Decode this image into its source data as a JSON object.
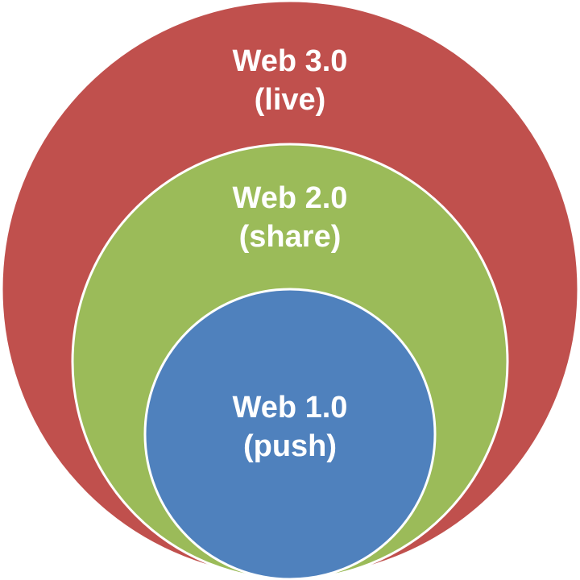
{
  "diagram": {
    "type": "nested-circles",
    "circles": [
      {
        "title": "Web 3.0",
        "subtitle": "(live)",
        "color": "#C0504D"
      },
      {
        "title": "Web 2.0",
        "subtitle": "(share)",
        "color": "#9BBB59"
      },
      {
        "title": "Web 1.0",
        "subtitle": "(push)",
        "color": "#4F81BD"
      }
    ],
    "outline_color": "#FFFFFF"
  }
}
